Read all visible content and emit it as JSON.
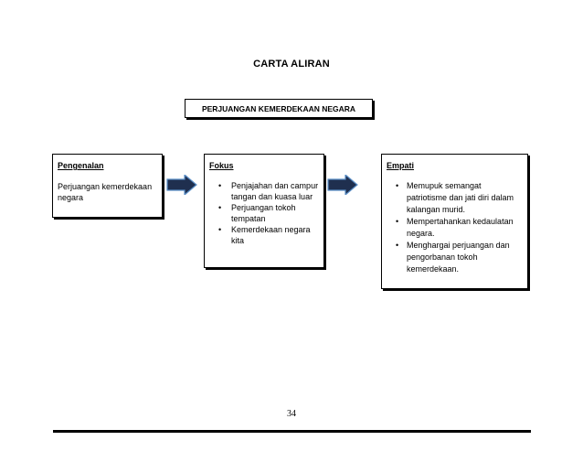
{
  "title": "CARTA ALIRAN",
  "topic": "PERJUANGAN KEMERDEKAAN NEGARA",
  "boxes": [
    {
      "heading": "Pengenalan",
      "text": "Perjuangan kemerdekaan negara"
    },
    {
      "heading": "Fokus",
      "bullets": [
        "Penjajahan dan campur tangan dan kuasa luar",
        "Perjuangan tokoh tempatan",
        "Kemerdekaan negara kita"
      ]
    },
    {
      "heading": "Empati",
      "bullets": [
        "Memupuk semangat patriotisme dan jati diri dalam kalangan murid.",
        "Mempertahankan kedaulatan negara.",
        "Menghargai perjuangan dan pengorbanan tokoh kemerdekaan."
      ]
    }
  ],
  "bullet_glyph": "•",
  "page_number": "34",
  "colors": {
    "arrow_fill": "#1f2f4f",
    "arrow_edge": "#5b8fc7"
  }
}
